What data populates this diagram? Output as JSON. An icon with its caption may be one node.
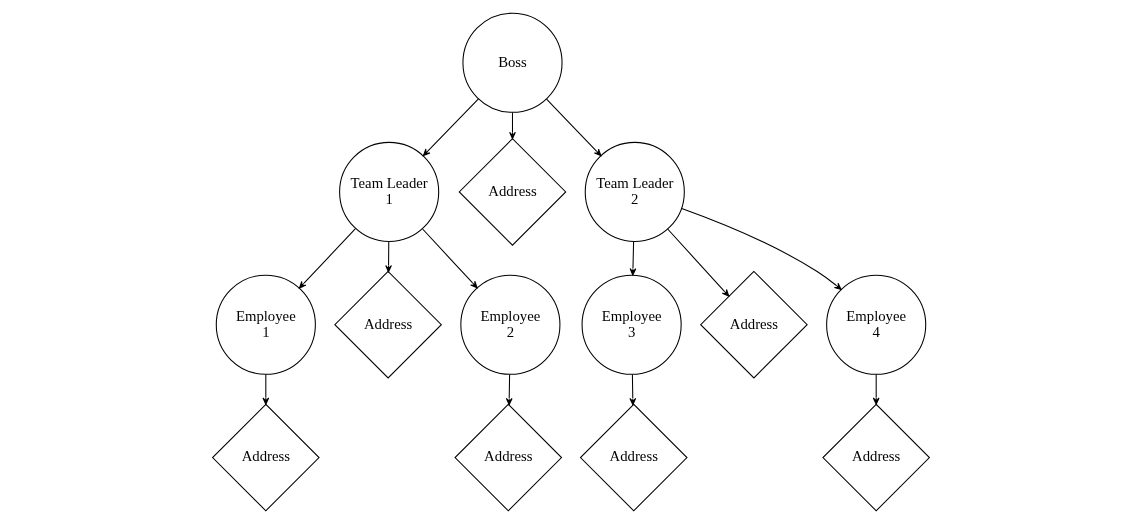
{
  "diagram": {
    "nodes": [
      {
        "text": [
          "Boss"
        ]
      },
      {
        "text": [
          "Team Leader 1"
        ]
      },
      {
        "text": [
          "Address"
        ]
      },
      {
        "text": [
          "Team Leader 2"
        ]
      },
      {
        "text": [
          "Employee 1"
        ]
      },
      {
        "text": [
          "Address"
        ]
      },
      {
        "text": [
          "Employee 2"
        ]
      },
      {
        "text": [
          "Employee 3"
        ]
      },
      {
        "text": [
          "Address"
        ]
      },
      {
        "text": [
          "Employee 4"
        ]
      },
      {
        "text": [
          "Address"
        ]
      },
      {
        "text": [
          "Address"
        ]
      },
      {
        "text": [
          "Address"
        ]
      },
      {
        "text": [
          "Address"
        ]
      }
    ],
    "edges": [
      {
        "from": 0,
        "to": 1,
        "arrow": "to"
      },
      {
        "from": 0,
        "to": 2,
        "arrow": "to"
      },
      {
        "from": 0,
        "to": 3,
        "arrow": "to"
      },
      {
        "from": 1,
        "to": 4,
        "arrow": "to"
      },
      {
        "from": 1,
        "to": 5,
        "arrow": "to"
      },
      {
        "from": 1,
        "to": 6,
        "arrow": "to"
      },
      {
        "from": 3,
        "to": 7,
        "arrow": "to"
      },
      {
        "from": 3,
        "to": 8,
        "arrow": "to"
      },
      {
        "from": 3,
        "to": 9,
        "arrow": "to"
      },
      {
        "from": 4,
        "to": 10,
        "arrow": "to"
      },
      {
        "from": 6,
        "to": 11,
        "arrow": "to"
      },
      {
        "from": 7,
        "to": 12,
        "arrow": "to"
      },
      {
        "from": 9,
        "to": 13,
        "arrow": "to"
      }
    ]
  }
}
